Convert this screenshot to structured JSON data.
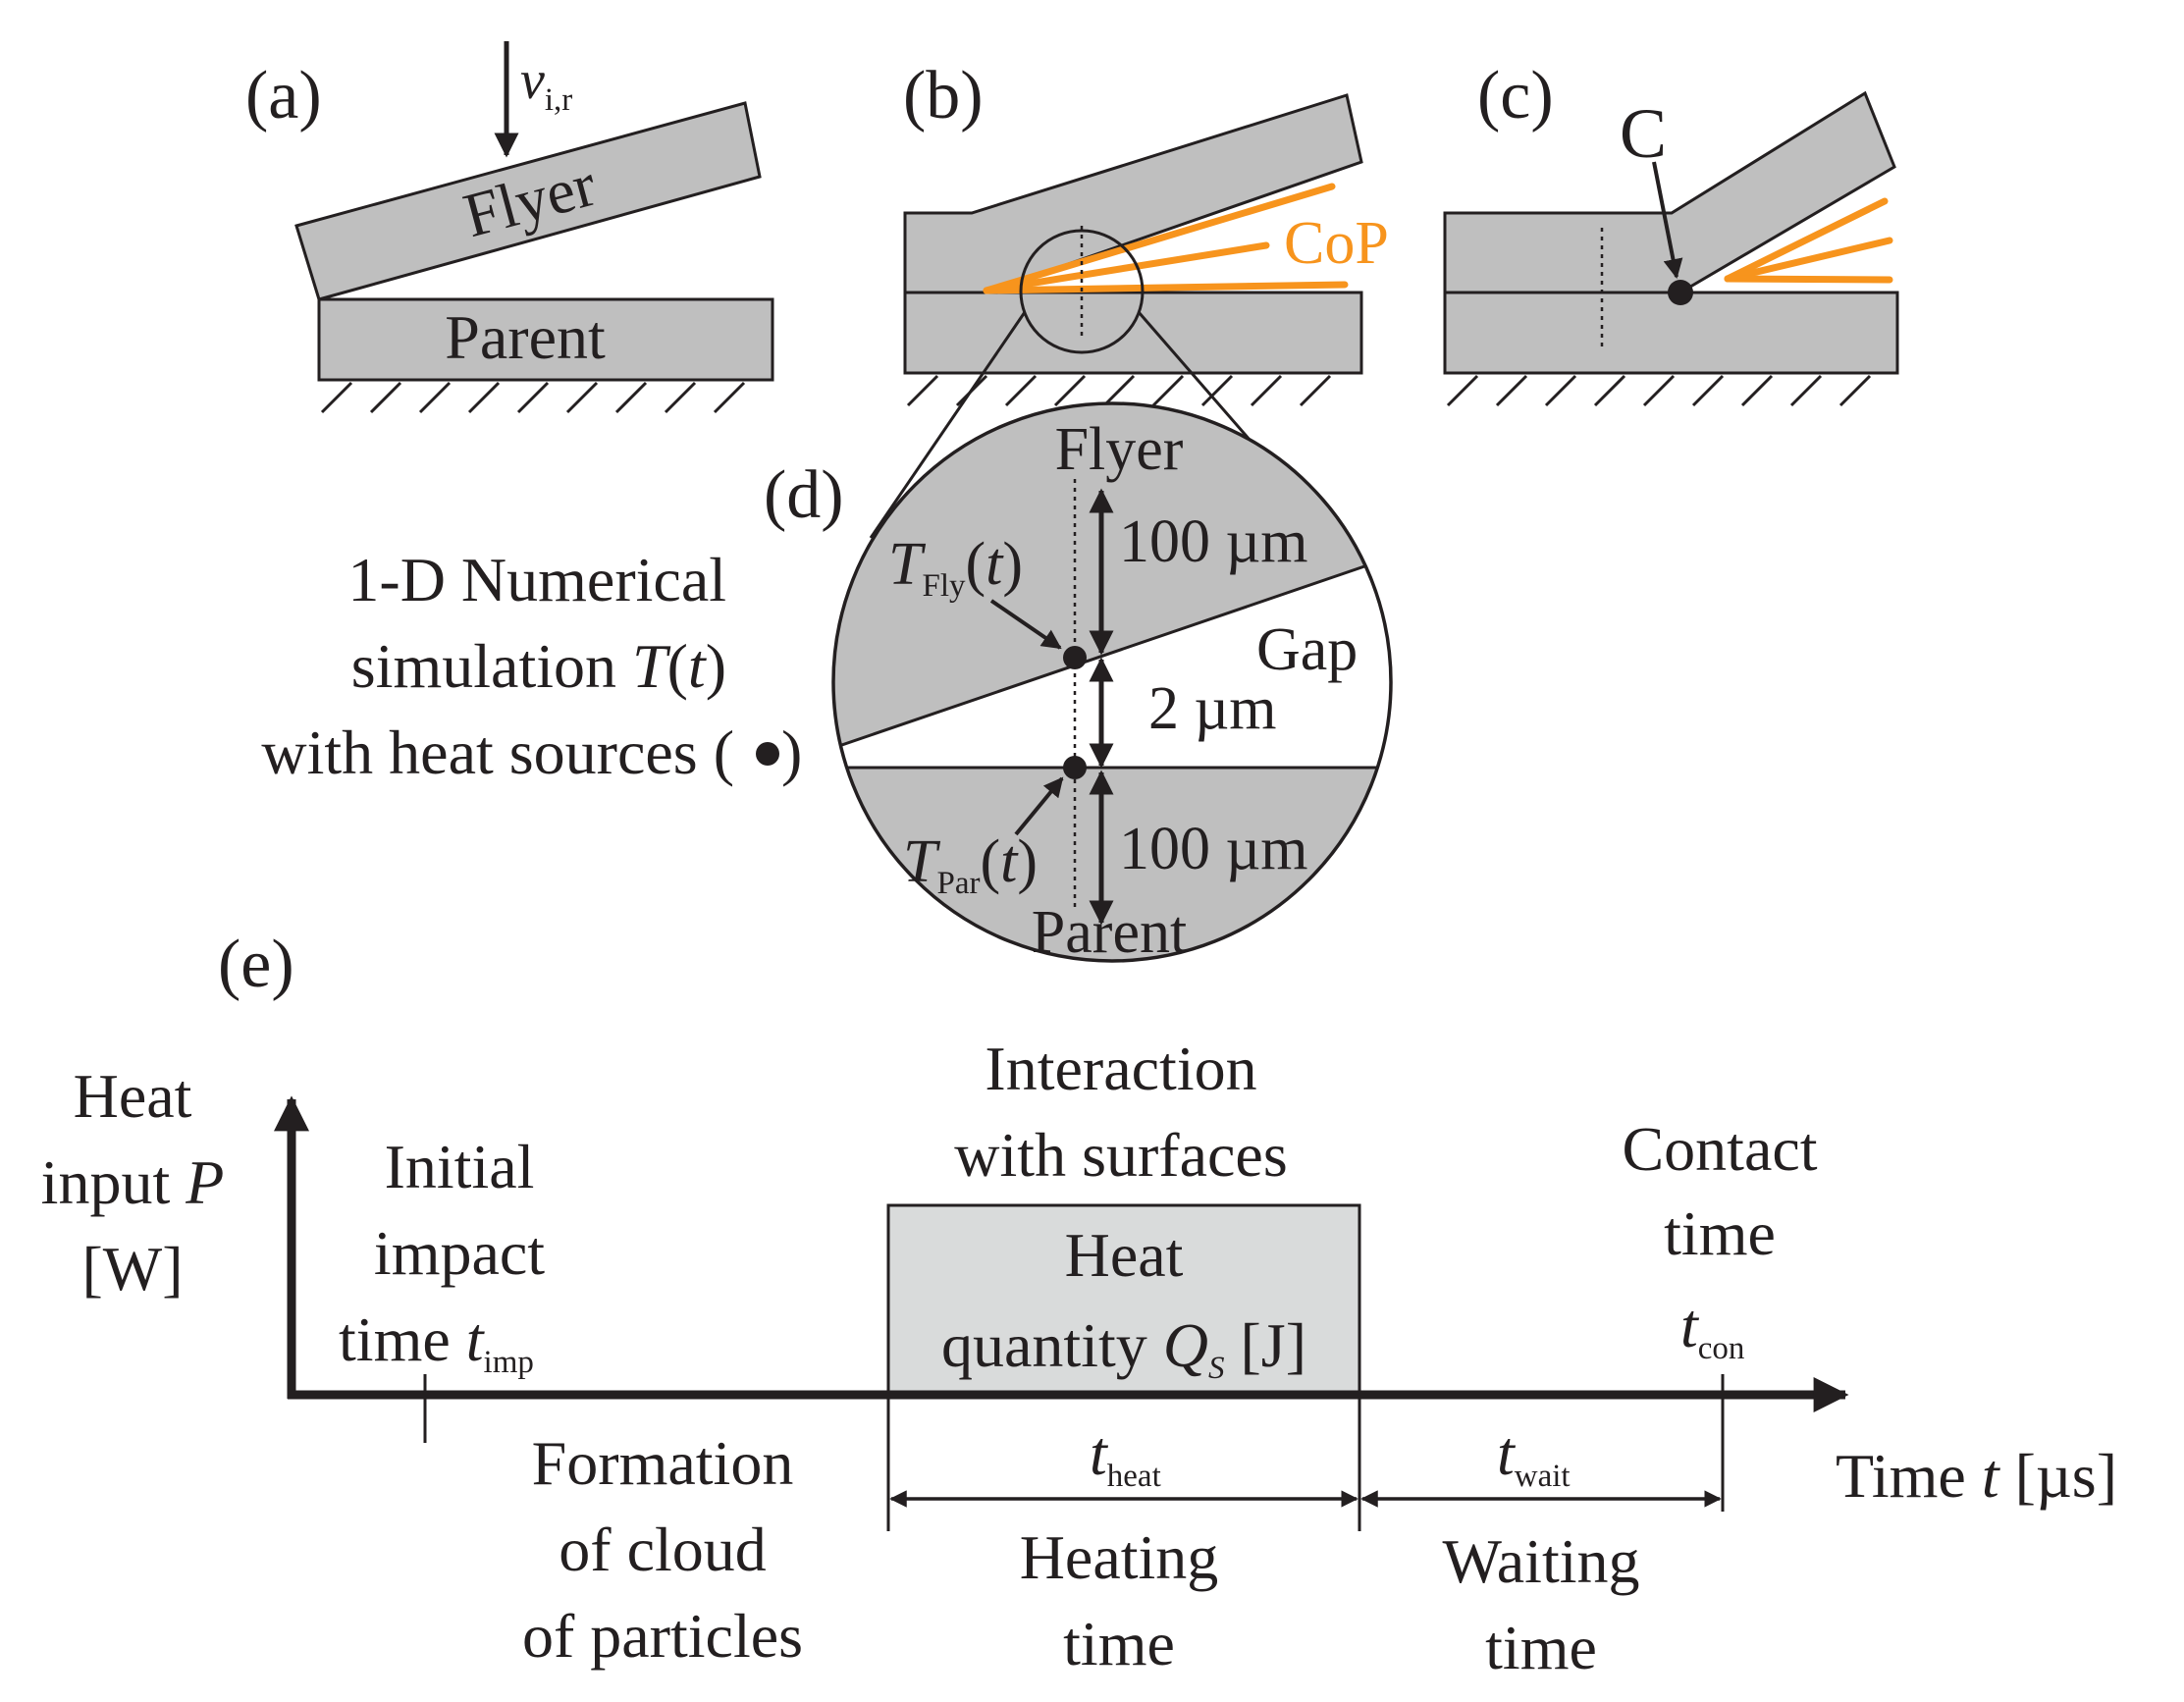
{
  "panels": {
    "a": {
      "label": "(a)",
      "velocity_symbol": "v",
      "velocity_subscript": "i,r",
      "flyer": "Flyer",
      "parent": "Parent"
    },
    "b": {
      "label": "(b)",
      "cop": "CoP"
    },
    "c": {
      "label": "(c)",
      "contact_point": "C"
    },
    "d": {
      "label": "(d)",
      "caption_line1": "1-D Numerical",
      "caption_line2_prefix": "simulation ",
      "caption_line2_symbol": "T",
      "caption_line2_open": "(",
      "caption_line2_var": "t",
      "caption_line2_close": ")",
      "caption_line3": "with heat sources (",
      "caption_line3_close": ")",
      "flyer": "Flyer",
      "parent": "Parent",
      "gap": "Gap",
      "flyer_thickness": "100 µm",
      "gap_width": "2 µm",
      "parent_thickness": "100 µm",
      "t_fly_symbol": "T",
      "t_fly_subscript": "Fly",
      "t_par_symbol": "T",
      "t_par_subscript": "Par",
      "time_arg_open": "(",
      "time_arg_var": "t",
      "time_arg_close": ")"
    },
    "e": {
      "label": "(e)",
      "y_axis_line1": "Heat",
      "y_axis_line2_prefix": "input ",
      "y_axis_line2_symbol": "P",
      "y_axis_line3": "[W]",
      "x_axis_prefix": "Time ",
      "x_axis_symbol": "t",
      "x_axis_unit": " [µs]",
      "initial_impact_line1": "Initial",
      "initial_impact_line2": "impact",
      "initial_impact_line3_prefix": "time ",
      "t_imp_symbol": "t",
      "t_imp_subscript": "imp",
      "interaction_line1": "Interaction",
      "interaction_line2": "with surfaces",
      "heat_box_line1": "Heat",
      "heat_box_line2_prefix": "quantity ",
      "heat_box_symbol": "Q",
      "heat_box_subscript": "S",
      "heat_box_unit": " [J]",
      "contact_line1": "Contact",
      "contact_line2": "time",
      "t_con_symbol": "t",
      "t_con_subscript": "con",
      "formation_line1": "Formation",
      "formation_line2": "of cloud",
      "formation_line3": "of particles",
      "t_heat_symbol": "t",
      "t_heat_subscript": "heat",
      "heating_line1": "Heating",
      "heating_line2": "time",
      "t_wait_symbol": "t",
      "t_wait_subscript": "wait",
      "waiting_line1": "Waiting",
      "waiting_line2": "time"
    }
  },
  "colors": {
    "material": "#bfbfbf",
    "heat_box": "#d9dbdb",
    "collision_products": "#f7941d",
    "ink": "#231f20"
  }
}
